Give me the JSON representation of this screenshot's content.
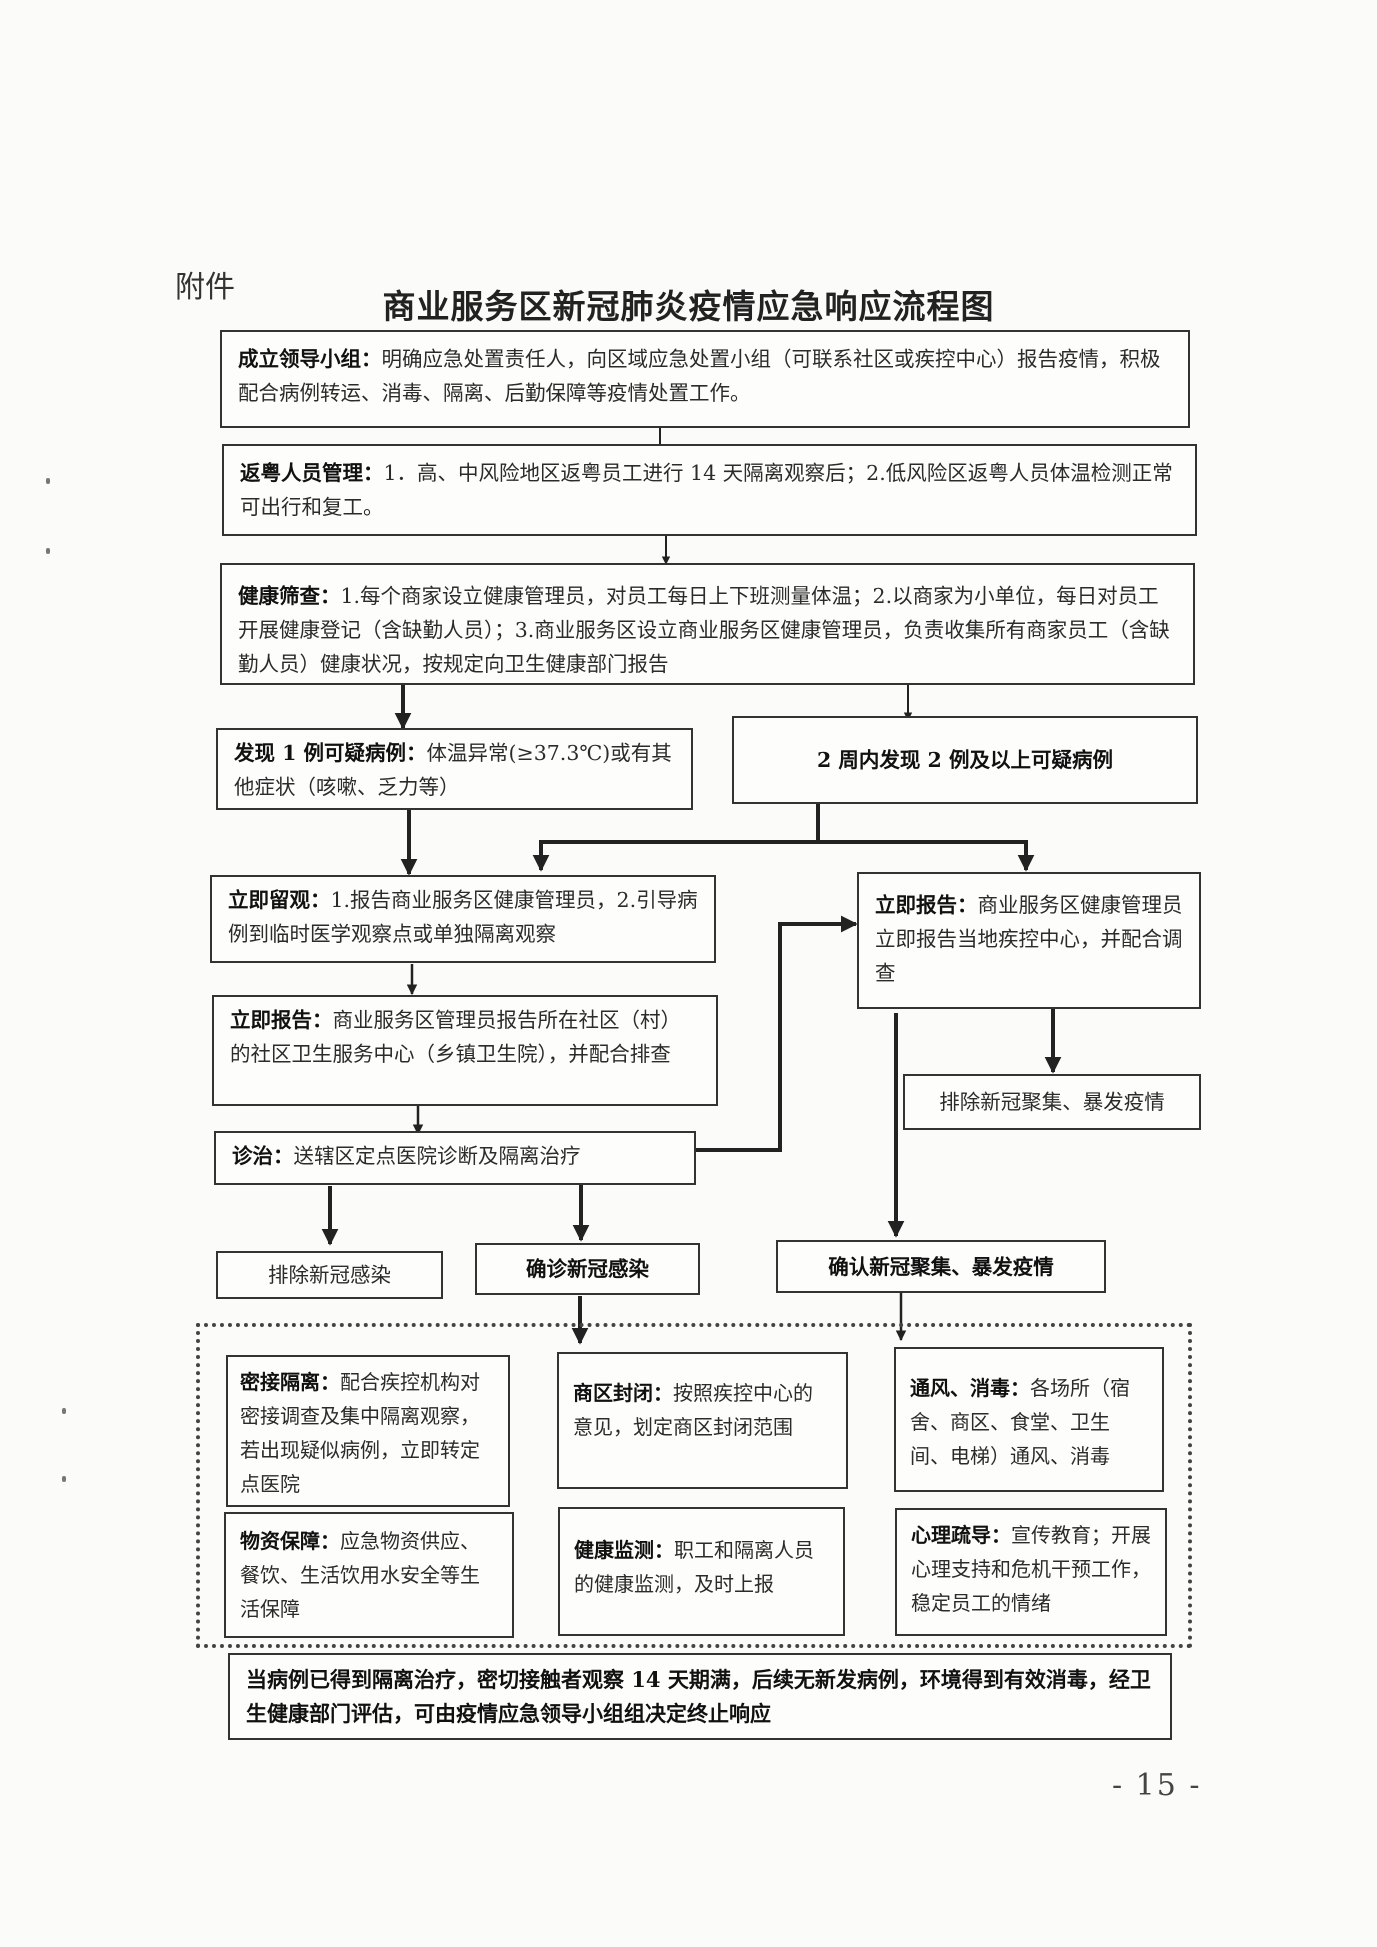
{
  "page": {
    "attachment_label": "附件",
    "title": "商业服务区新冠肺炎疫情应急响应流程图",
    "page_number": "- 15 -"
  },
  "flow": {
    "leadership": {
      "lead": "成立领导小组：",
      "text": "明确应急处置责任人，向区域应急处置小组（可联系社区或疾控中心）报告疫情，积极配合病例转运、消毒、隔离、后勤保障等疫情处置工作。"
    },
    "returnees": {
      "lead": "返粤人员管理：",
      "text": "1．高、中风险地区返粤员工进行 14 天隔离观察后；2.低风险区返粤人员体温检测正常可出行和复工。"
    },
    "screening": {
      "lead": "健康筛查：",
      "text": "1.每个商家设立健康管理员，对员工每日上下班测量体温；2.以商家为小单位，每日对员工开展健康登记（含缺勤人员）；3.商业服务区设立商业服务区健康管理员，负责收集所有商家员工（含缺勤人员）健康状况，按规定向卫生健康部门报告"
    },
    "one_suspected": {
      "lead": "发现 1 例可疑病例：",
      "text": "体温异常(≥37.3℃)或有其他症状（咳嗽、乏力等）"
    },
    "two_suspected": {
      "text": "2 周内发现 2 例及以上可疑病例"
    },
    "observe": {
      "lead": "立即留观：",
      "text": "1.报告商业服务区健康管理员，2.引导病例到临时医学观察点或单独隔离观察"
    },
    "report_cdc": {
      "lead": "立即报告：",
      "text": "商业服务区健康管理员立即报告当地疾控中心，并配合调查"
    },
    "report_community": {
      "lead": "立即报告：",
      "text": "商业服务区管理员报告所在社区（村）的社区卫生服务中心（乡镇卫生院），并配合排查"
    },
    "exclude_cluster": {
      "text": "排除新冠聚集、暴发疫情"
    },
    "diagnosis": {
      "lead": "诊治：",
      "text": "送辖区定点医院诊断及隔离治疗"
    },
    "exclude_infection": {
      "text": "排除新冠感染"
    },
    "confirmed_infection": {
      "text": "确诊新冠感染"
    },
    "confirmed_cluster": {
      "text": "确认新冠聚集、暴发疫情"
    },
    "measures": {
      "contact_isolation": {
        "lead": "密接隔离：",
        "text": "配合疾控机构对密接调查及集中隔离观察，若出现疑似病例，立即转定点医院"
      },
      "district_closure": {
        "lead": "商区封闭：",
        "text": "按照疾控中心的意见，划定商区封闭范围"
      },
      "ventilation": {
        "lead": "通风、消毒：",
        "text": "各场所（宿舍、商区、食堂、卫生间、电梯）通风、消毒"
      },
      "supplies": {
        "lead": "物资保障：",
        "text": "应急物资供应、餐饮、生活饮用水安全等生活保障"
      },
      "health_monitoring": {
        "lead": "健康监测：",
        "text": "职工和隔离人员的健康监测，及时上报"
      },
      "counseling": {
        "lead": "心理疏导：",
        "text": "宣传教育；开展心理支持和危机干预工作，稳定员工的情绪"
      }
    },
    "termination": {
      "text": "当病例已得到隔离治疗，密切接触者观察 14 天期满，后续无新发病例，环境得到有效消毒，经卫生健康部门评估，可由疫情应急领导小组组决定终止响应"
    }
  }
}
